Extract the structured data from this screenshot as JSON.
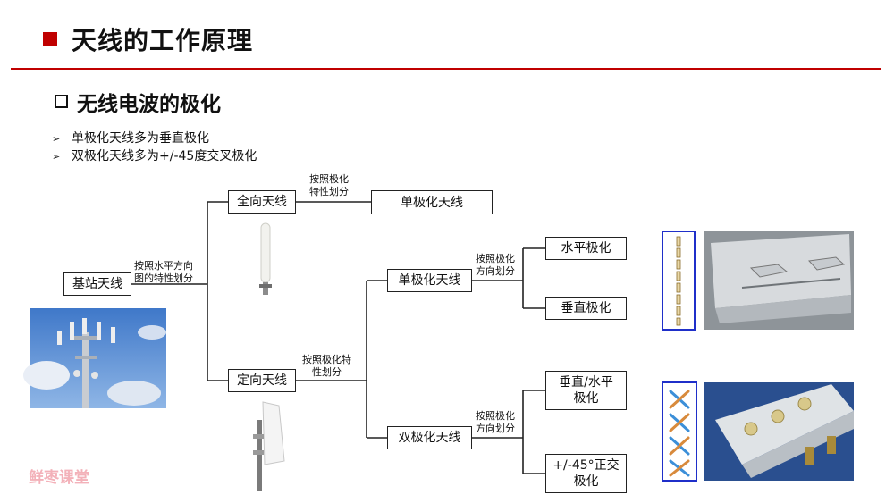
{
  "header": {
    "title": "天线的工作原理"
  },
  "section": {
    "title": "无线电波的极化"
  },
  "bullets": [
    "单极化天线多为垂直极化",
    "双极化天线多为+/-45度交叉极化"
  ],
  "diagram": {
    "root": "基站天线",
    "root_edge_label_1": "按照水平方向",
    "root_edge_label_2": "图的特性划分",
    "omni": "全向天线",
    "omni_edge_label_1": "按照极化",
    "omni_edge_label_2": "特性划分",
    "omni_single": "单极化天线",
    "directional": "定向天线",
    "dir_edge_label_1": "按照极化特",
    "dir_edge_label_2": "性划分",
    "single": "单极化天线",
    "single_edge_label_1": "按照极化",
    "single_edge_label_2": "方向划分",
    "horizontal": "水平极化",
    "vertical": "垂直极化",
    "dual": "双极化天线",
    "dual_edge_label_1": "按照极化",
    "dual_edge_label_2": "方向划分",
    "vh_1": "垂直/水平",
    "vh_2": "极化",
    "pm45_1": "+/-45°正交",
    "pm45_2": "极化"
  },
  "watermark": "鲜枣课堂",
  "colors": {
    "accent": "#c00000",
    "frame": "#1f2fc9",
    "sky": "#5b8fd6"
  }
}
